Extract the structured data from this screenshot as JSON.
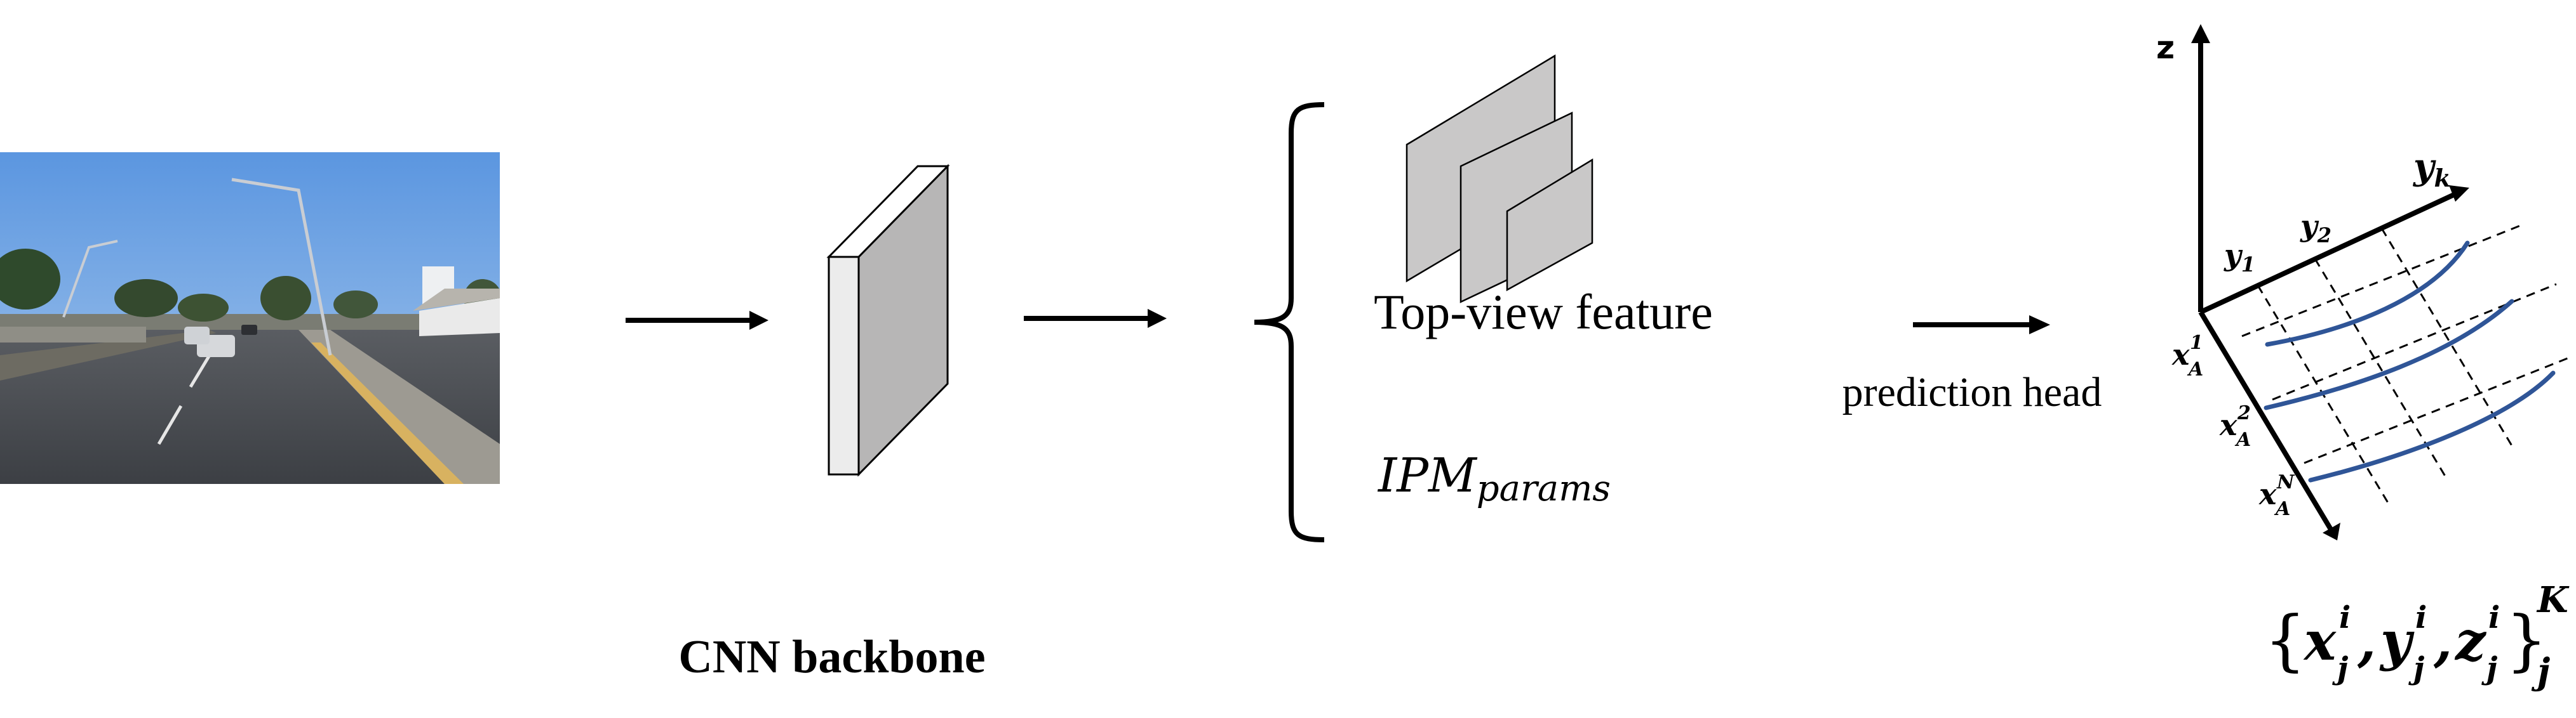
{
  "labels": {
    "cnn_backbone": "CNN backbone",
    "top_view_feature": "Top-view feature",
    "ipm_params": "IPM",
    "ipm_params_sub": "params",
    "prediction_head": "prediction head"
  },
  "axes": {
    "z": "z",
    "y_k": "y",
    "y_k_sub": "k",
    "y_1": "y",
    "y_1_sub": "1",
    "y_2": "y",
    "y_2_sub": "2",
    "x_a1": "x",
    "x_a1_sub": "A",
    "x_a1_sup": "1",
    "x_a2": "x",
    "x_a2_sub": "A",
    "x_a2_sup": "2",
    "x_an": "x",
    "x_an_sub": "A",
    "x_an_sup": "N"
  },
  "output_set": {
    "open_brace": "{",
    "x": "x",
    "y": "y",
    "z": "z",
    "sup_i": "i",
    "sub_j": "j",
    "comma": ",",
    "close_brace": "}",
    "sup_k": "K",
    "sub_outer_j": "j"
  },
  "colors": {
    "background": "#ffffff",
    "ink": "#000000",
    "feature_gray": "#c8c7c7",
    "lane_blue": "#2f5597",
    "sky": "#6aa3e6",
    "road": "#4a4d53"
  },
  "icons": {
    "input_image": "road-scene-photo-icon",
    "backbone": "cnn-block-icon",
    "features": "feature-map-stack-icon"
  }
}
